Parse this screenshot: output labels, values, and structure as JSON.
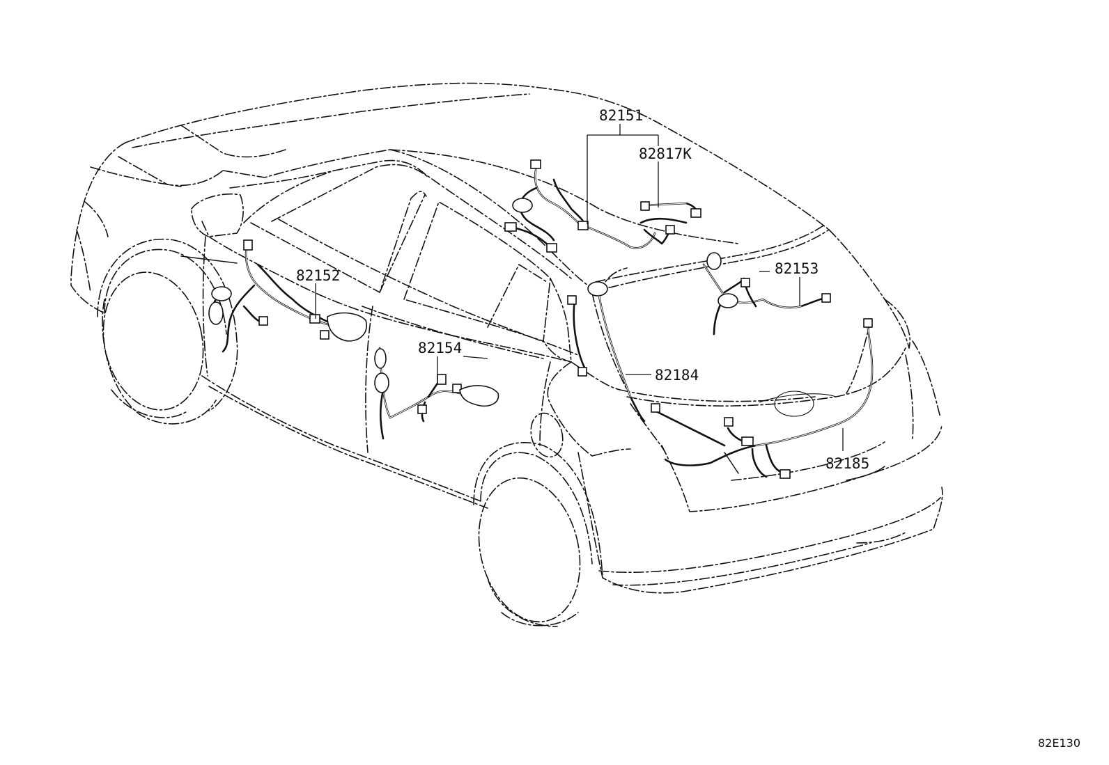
{
  "diagram": {
    "callouts": [
      {
        "id": "82151",
        "label": "82151"
      },
      {
        "id": "82817K",
        "label": "82817K"
      },
      {
        "id": "82152",
        "label": "82152"
      },
      {
        "id": "82153",
        "label": "82153"
      },
      {
        "id": "82154",
        "label": "82154"
      },
      {
        "id": "82184",
        "label": "82184"
      },
      {
        "id": "82185",
        "label": "82185"
      }
    ],
    "figure_code": "82E130"
  }
}
